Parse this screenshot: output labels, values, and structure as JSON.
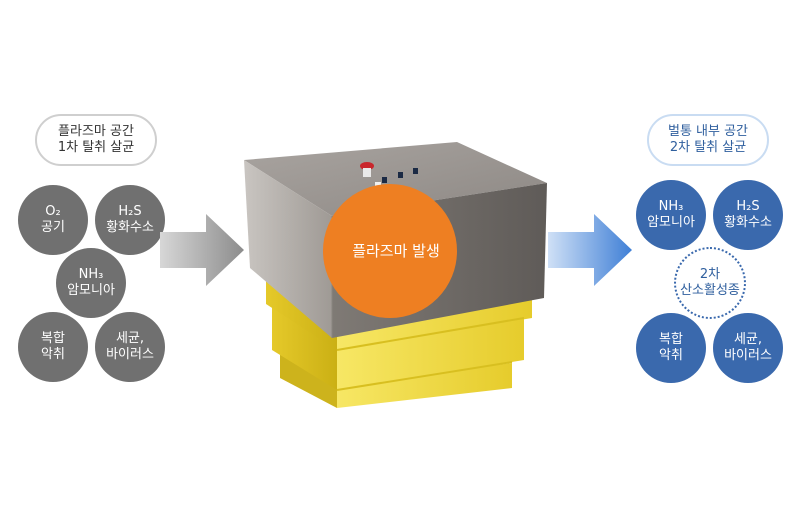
{
  "left": {
    "title_line1": "플라즈마 공간",
    "title_line2": "1차 탈취 살균",
    "items": [
      {
        "line1": "O₂",
        "line2": "공기"
      },
      {
        "line1": "H₂S",
        "line2": "황화수소"
      },
      {
        "line1": "NH₃",
        "line2": "암모니아"
      },
      {
        "line1": "복합",
        "line2": "악취"
      },
      {
        "line1": "세균,",
        "line2": "바이러스"
      }
    ]
  },
  "center": {
    "label": "플라즈마 발생"
  },
  "right": {
    "title_line1": "벌통 내부 공간",
    "title_line2": "2차 탈취 살균",
    "items": [
      {
        "line1": "NH₃",
        "line2": "암모니아"
      },
      {
        "line1": "H₂S",
        "line2": "황화수소"
      },
      {
        "line1": "2차",
        "line2": "산소활성종"
      },
      {
        "line1": "복합",
        "line2": "악취"
      },
      {
        "line1": "세균,",
        "line2": "바이러스"
      }
    ]
  },
  "colors": {
    "gray_circle": "#707070",
    "blue_circle": "#3a69ad",
    "orange": "#ee7f22",
    "yellow_box": "#f3dd3c",
    "steel_lid": "#9e9a96"
  }
}
